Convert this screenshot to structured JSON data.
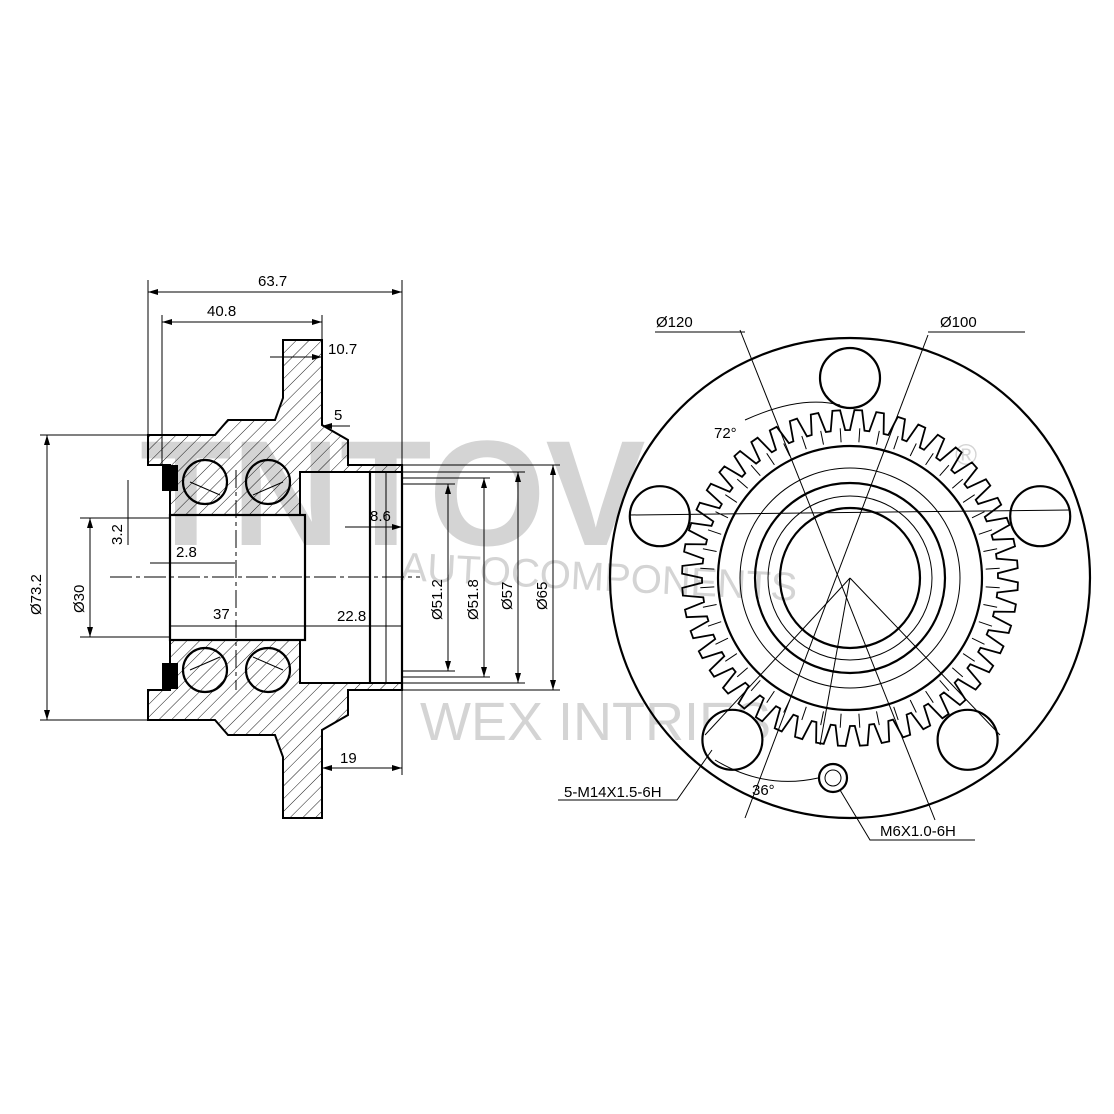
{
  "watermark": {
    "brand": "TNTOV",
    "line1": "AUTOCOMPONENTS",
    "line2": "WEX INTRIES",
    "registered_mark": "®"
  },
  "side_view": {
    "overall_length": "63.7",
    "flange_to_inner_end": "40.8",
    "flange_thickness": "10.7",
    "flange_offset": "5",
    "pilot_length": "8.6",
    "seal_offset": "3.2",
    "chamfer": "2.8",
    "bearing_width": "37",
    "spigot_length": "22.8",
    "stud_offset": "19",
    "outer_diameter": "Ø73.2",
    "bore_diameter": "Ø30",
    "pilot_diameter_1": "Ø51.2",
    "pilot_diameter_2": "Ø51.8",
    "pilot_diameter_3": "Ø57",
    "spigot_diameter": "Ø65"
  },
  "front_view": {
    "flange_diameter": "Ø120",
    "pcd": "Ø100",
    "bolt_angle": "72°",
    "thread_angle": "36°",
    "bolt_thread": "5-M14X1.5-6H",
    "small_thread": "M6X1.0-6H",
    "abs_teeth_count": 48,
    "bolt_count": 5
  }
}
